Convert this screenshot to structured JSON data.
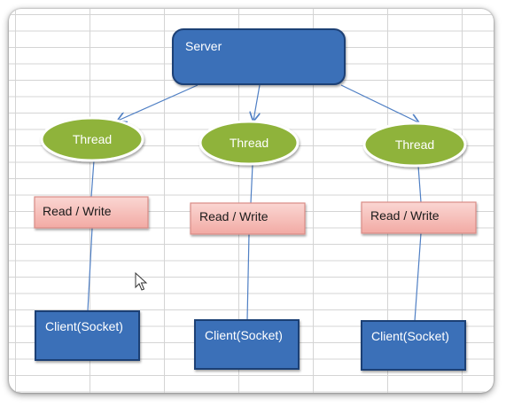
{
  "diagram": {
    "server": {
      "label": "Server"
    },
    "threads": [
      {
        "label": "Thread"
      },
      {
        "label": "Thread"
      },
      {
        "label": "Thread"
      }
    ],
    "read_write": [
      {
        "label": "Read / Write"
      },
      {
        "label": "Read / Write"
      },
      {
        "label": "Read / Write"
      }
    ],
    "clients": [
      {
        "label": "Client(Socket)"
      },
      {
        "label": "Client(Socket)"
      },
      {
        "label": "Client(Socket)"
      }
    ]
  },
  "colors": {
    "server_fill": "#3a6fb8",
    "server_stroke": "#1f3f74",
    "thread_fill": "#8fb33a",
    "rw_fill": "#f6c0bc",
    "rw_stroke": "#d98c86",
    "client_fill": "#3a6fb8",
    "client_stroke": "#1f3f74",
    "connector": "#4f7fc4"
  },
  "icons": [
    "mouse-cursor-icon"
  ]
}
